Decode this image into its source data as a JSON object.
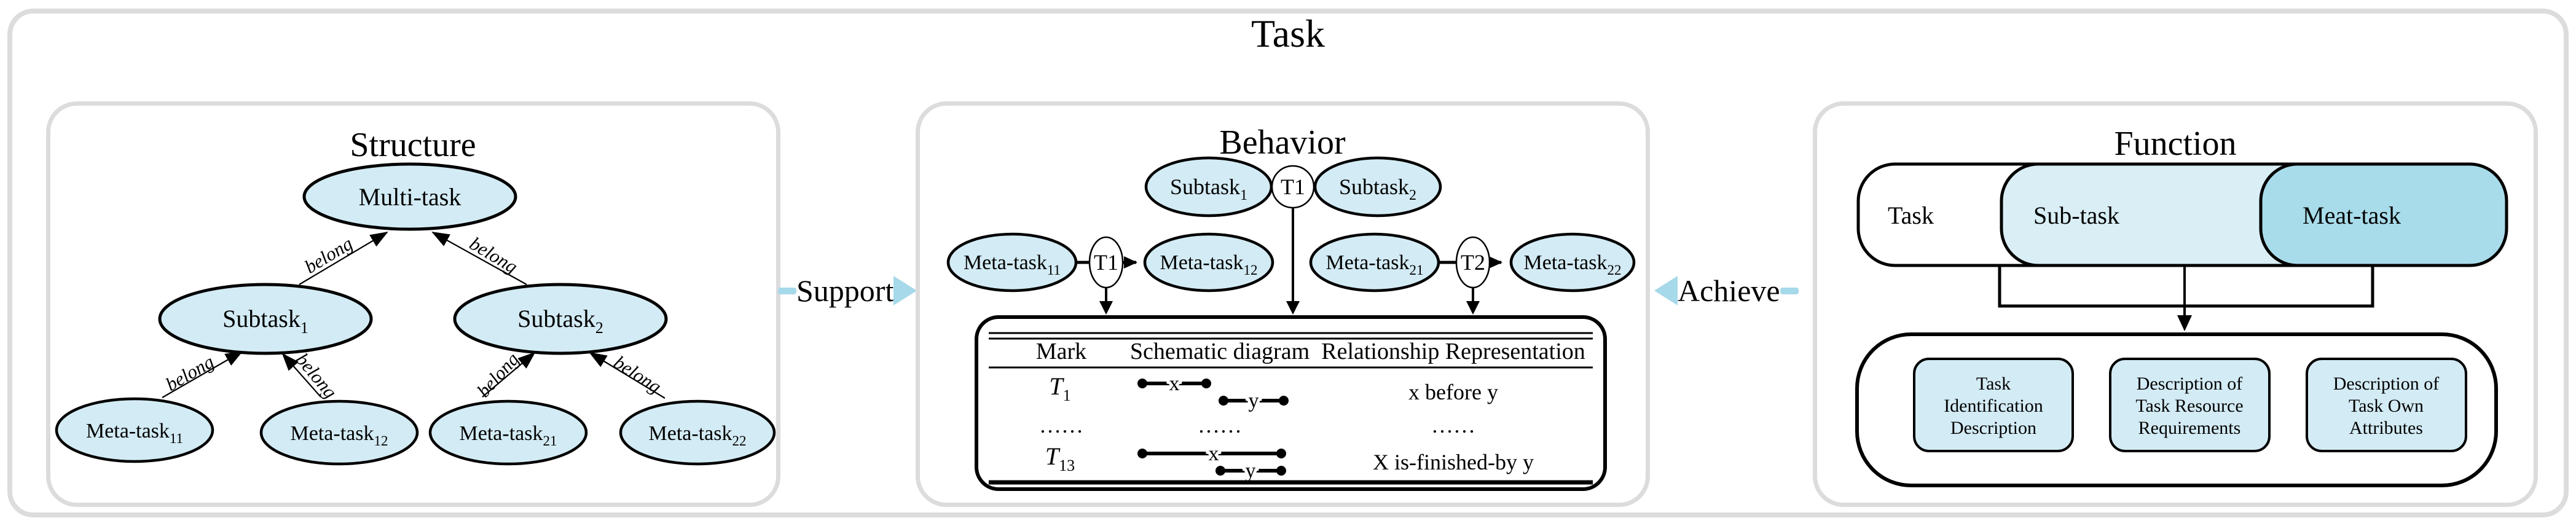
{
  "page_title": "Task",
  "colors": {
    "node_fill": "#d3ebf4",
    "pill_task_fill": "#ffffff",
    "pill_subtask_fill": "#d9eef5",
    "pill_meattask_fill": "#a9dcea",
    "connector_blue": "#a6d9e9",
    "frame_gray": "#dcdcdc",
    "stroke_black": "#000000"
  },
  "connectors": {
    "support_label": "Support",
    "achieve_label": "Achieve"
  },
  "structure": {
    "title": "Structure",
    "edge_label": "belong",
    "nodes": {
      "multi_task": "Multi-task",
      "subtask1": {
        "text": "Subtask",
        "sub": "1"
      },
      "subtask2": {
        "text": "Subtask",
        "sub": "2"
      },
      "meta11": {
        "text": "Meta-task",
        "sub": "11"
      },
      "meta12": {
        "text": "Meta-task",
        "sub": "12"
      },
      "meta21": {
        "text": "Meta-task",
        "sub": "21"
      },
      "meta22": {
        "text": "Meta-task",
        "sub": "22"
      }
    }
  },
  "behavior": {
    "title": "Behavior",
    "nodes": {
      "subtask1": {
        "text": "Subtask",
        "sub": "1"
      },
      "subtask2": {
        "text": "Subtask",
        "sub": "2"
      },
      "meta11": {
        "text": "Meta-task",
        "sub": "11"
      },
      "meta12": {
        "text": "Meta-task",
        "sub": "12"
      },
      "meta21": {
        "text": "Meta-task",
        "sub": "21"
      },
      "meta22": {
        "text": "Meta-task",
        "sub": "22"
      }
    },
    "junctions": {
      "top": "T1",
      "left": "T1",
      "right": "T2"
    },
    "table": {
      "headers": [
        "Mark",
        "Schematic diagram",
        "Relationship Representation"
      ],
      "row1": {
        "mark": "T",
        "mark_sub": "1",
        "x_label": "x",
        "y_label": "y",
        "relation": "x before y"
      },
      "row2": {
        "dots": "……"
      },
      "row3": {
        "mark": "T",
        "mark_sub": "13",
        "x_label": "x",
        "y_label": "y",
        "relation": "X is-finished-by y"
      }
    }
  },
  "function": {
    "title": "Function",
    "pills": {
      "task": "Task",
      "subtask": "Sub-task",
      "meattask": "Meat-task"
    },
    "boxes": {
      "box1": {
        "line1": "Task",
        "line2": "Identification",
        "line3": "Description"
      },
      "box2": {
        "line1": "Description of",
        "line2": "Task Resource",
        "line3": "Requirements"
      },
      "box3": {
        "line1": "Description of",
        "line2": "Task Own",
        "line3": "Attributes"
      }
    }
  }
}
